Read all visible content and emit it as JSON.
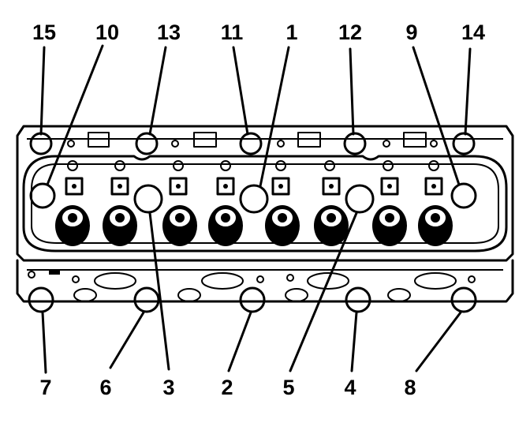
{
  "diagram": {
    "colors": {
      "ink": "#000000",
      "paper": "#ffffff"
    },
    "callouts": {
      "c1": "1",
      "c2": "2",
      "c3": "3",
      "c4": "4",
      "c5": "5",
      "c6": "6",
      "c7": "7",
      "c8": "8",
      "c9": "9",
      "c10": "10",
      "c11": "11",
      "c12": "12",
      "c13": "13",
      "c14": "14",
      "c15": "15"
    }
  }
}
